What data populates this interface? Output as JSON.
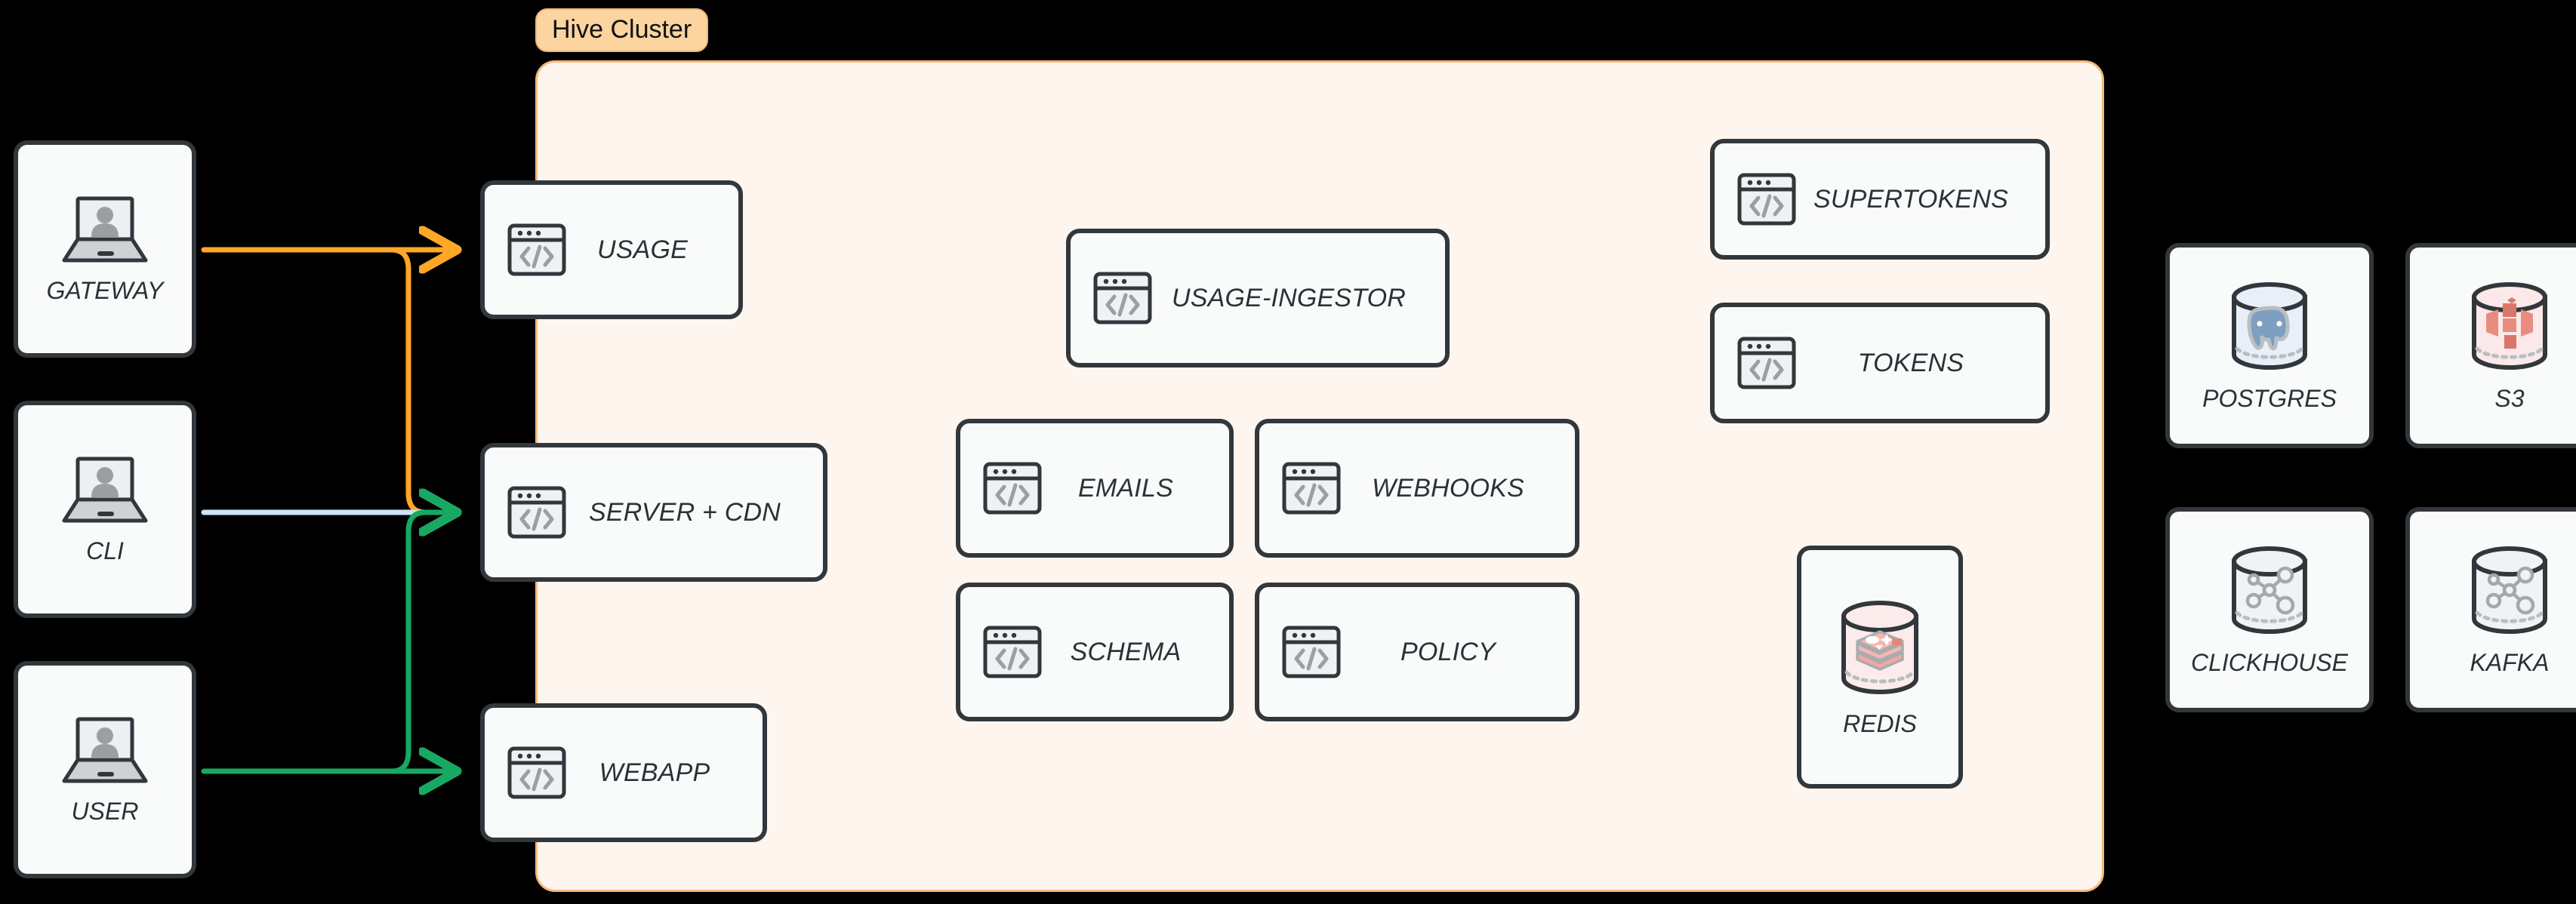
{
  "cluster": {
    "badge_label": "Hive Cluster",
    "panel_color": "#FEF5EF",
    "panel_border_color": "#F5B97A",
    "badge_color": "#FBD4A0"
  },
  "palette": {
    "card_fill": "#F9FAFA",
    "card_stroke": "#32373C",
    "background": "#000000",
    "arrow_orange": "#FFA726",
    "arrow_blue": "#CFE3F7",
    "arrow_green": "#17A862"
  },
  "actors": [
    {
      "label": "GATEWAY",
      "icon": "laptop-user-icon"
    },
    {
      "label": "CLI",
      "icon": "laptop-user-icon"
    },
    {
      "label": "USER",
      "icon": "laptop-user-icon"
    }
  ],
  "edge_services": [
    {
      "label": "USAGE",
      "icon": "code-window-icon"
    },
    {
      "label": "SERVER + CDN",
      "icon": "code-window-icon"
    },
    {
      "label": "WEBAPP",
      "icon": "code-window-icon"
    }
  ],
  "cluster_services": [
    {
      "label": "USAGE-INGESTOR",
      "icon": "code-window-icon"
    },
    {
      "label": "EMAILS",
      "icon": "code-window-icon"
    },
    {
      "label": "WEBHOOKS",
      "icon": "code-window-icon"
    },
    {
      "label": "SCHEMA",
      "icon": "code-window-icon"
    },
    {
      "label": "POLICY",
      "icon": "code-window-icon"
    },
    {
      "label": "SUPERTOKENS",
      "icon": "code-window-icon"
    },
    {
      "label": "TOKENS",
      "icon": "code-window-icon"
    }
  ],
  "cluster_stores": [
    {
      "label": "REDIS",
      "icon": "redis-database-icon"
    }
  ],
  "external_stores": [
    {
      "label": "POSTGRES",
      "icon": "postgres-database-icon"
    },
    {
      "label": "S3",
      "icon": "s3-database-icon"
    },
    {
      "label": "CLICKHOUSE",
      "icon": "clickhouse-database-icon"
    },
    {
      "label": "KAFKA",
      "icon": "kafka-database-icon"
    }
  ],
  "connections": [
    {
      "from": "GATEWAY",
      "to": "USAGE",
      "color": "#FFA726"
    },
    {
      "from": "GATEWAY",
      "to": "SERVER + CDN",
      "color": "#FFA726"
    },
    {
      "from": "CLI",
      "to": "SERVER + CDN",
      "color": "#CFE3F7"
    },
    {
      "from": "USER",
      "to": "SERVER + CDN",
      "color": "#17A862"
    },
    {
      "from": "USER",
      "to": "WEBAPP",
      "color": "#17A862"
    }
  ]
}
